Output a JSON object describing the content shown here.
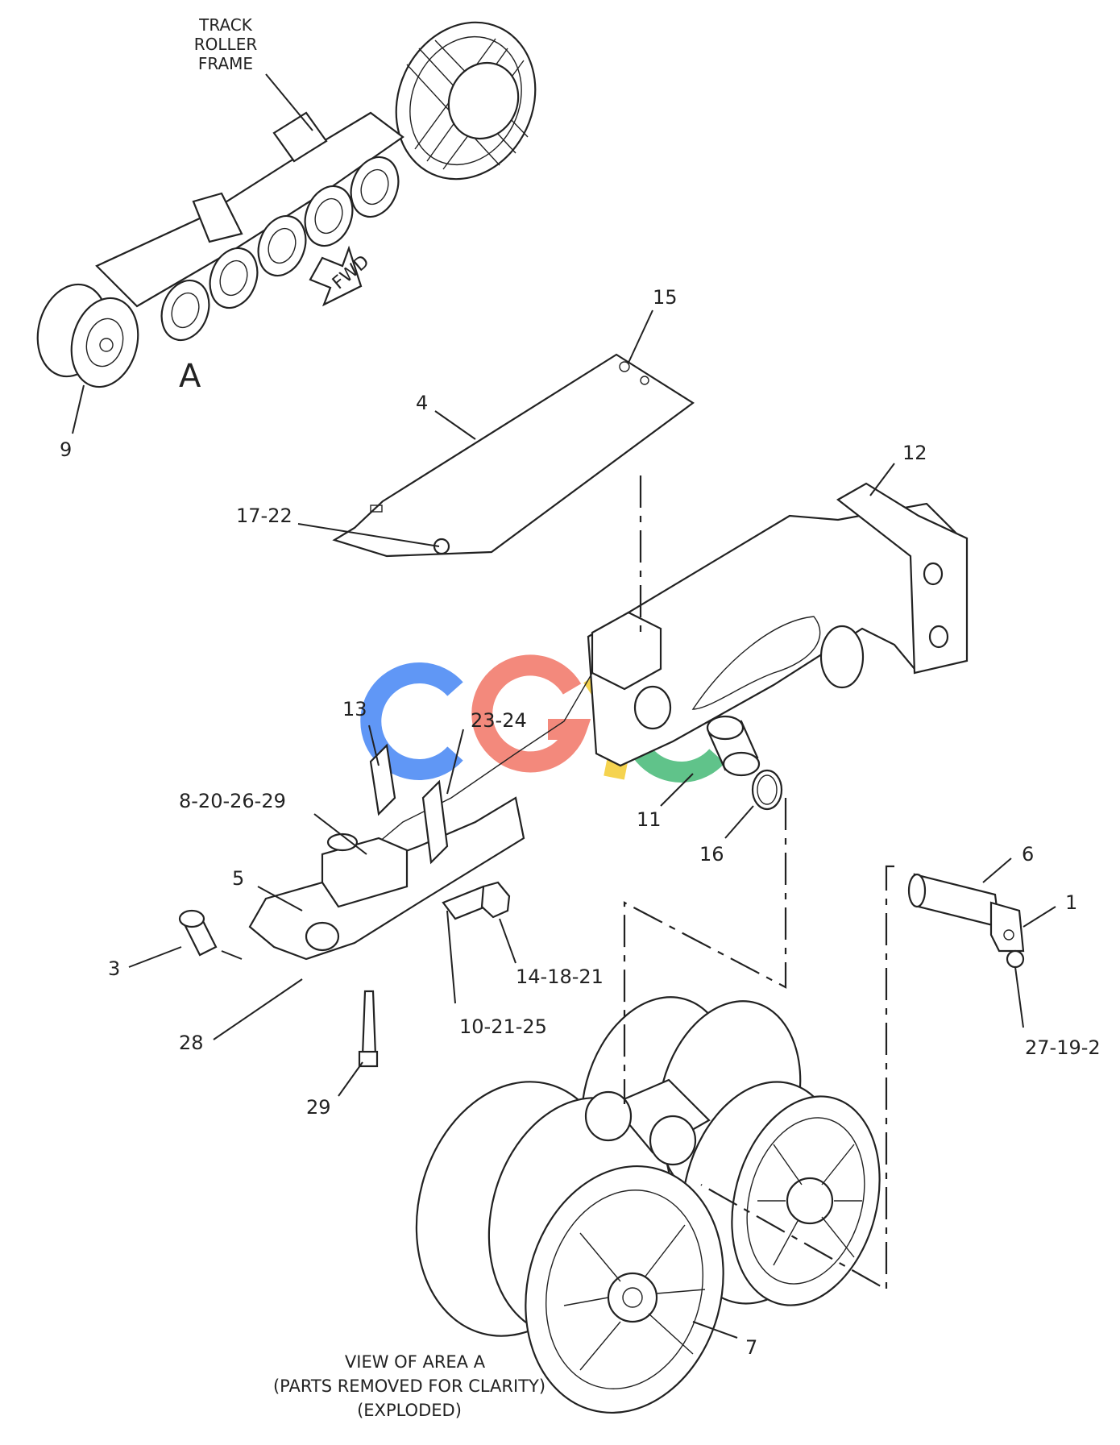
{
  "callouts": {
    "track_roller_frame": [
      "TRACK",
      "ROLLER",
      "FRAME"
    ],
    "area_letter": "A",
    "fwd": "FWD",
    "c1": "1",
    "c3": "3",
    "c4": "4",
    "c5": "5",
    "c6": "6",
    "c7": "7",
    "c9": "9",
    "c10_21_25": "10-21-25",
    "c11": "11",
    "c12": "12",
    "c13": "13",
    "c14_18_21": "14-18-21",
    "c15": "15",
    "c16": "16",
    "c17_22": "17-22",
    "c23_24": "23-24",
    "c27_19_2": "27-19-2",
    "c28": "28",
    "c29": "29",
    "c8_20_26_29": "8-20-26-29"
  },
  "caption": [
    "VIEW OF AREA  A",
    "(PARTS REMOVED FOR CLARITY)",
    "(EXPLODED)"
  ],
  "watermark": {
    "text": "CGYC",
    "colors": [
      "#4f8cf5",
      "#f27d6e",
      "#f5cf3c",
      "#4fbd7e"
    ]
  }
}
